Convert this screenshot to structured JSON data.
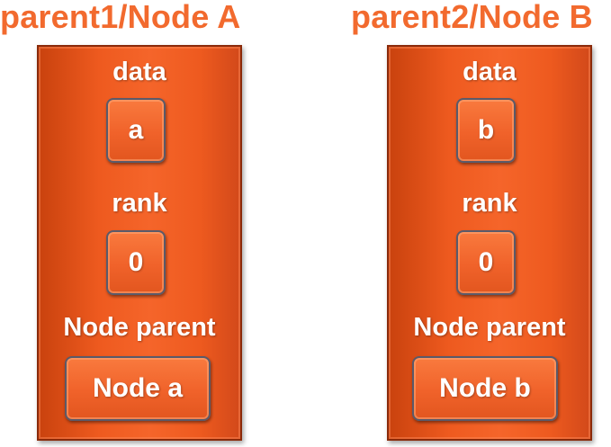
{
  "nodes": [
    {
      "title": "parent1/Node A",
      "data_label": "data",
      "data_value": "a",
      "rank_label": "rank",
      "rank_value": "0",
      "parent_label": "Node parent",
      "parent_value": "Node a"
    },
    {
      "title": "parent2/Node B",
      "data_label": "data",
      "data_value": "b",
      "rank_label": "rank",
      "rank_value": "0",
      "parent_label": "Node parent",
      "parent_value": "Node b"
    }
  ],
  "colors": {
    "title": "#f26a2e",
    "node_fill": "#f5652a",
    "node_border": "#8a2a0a",
    "box_border": "#5a5a6a",
    "text": "#ffffff"
  }
}
